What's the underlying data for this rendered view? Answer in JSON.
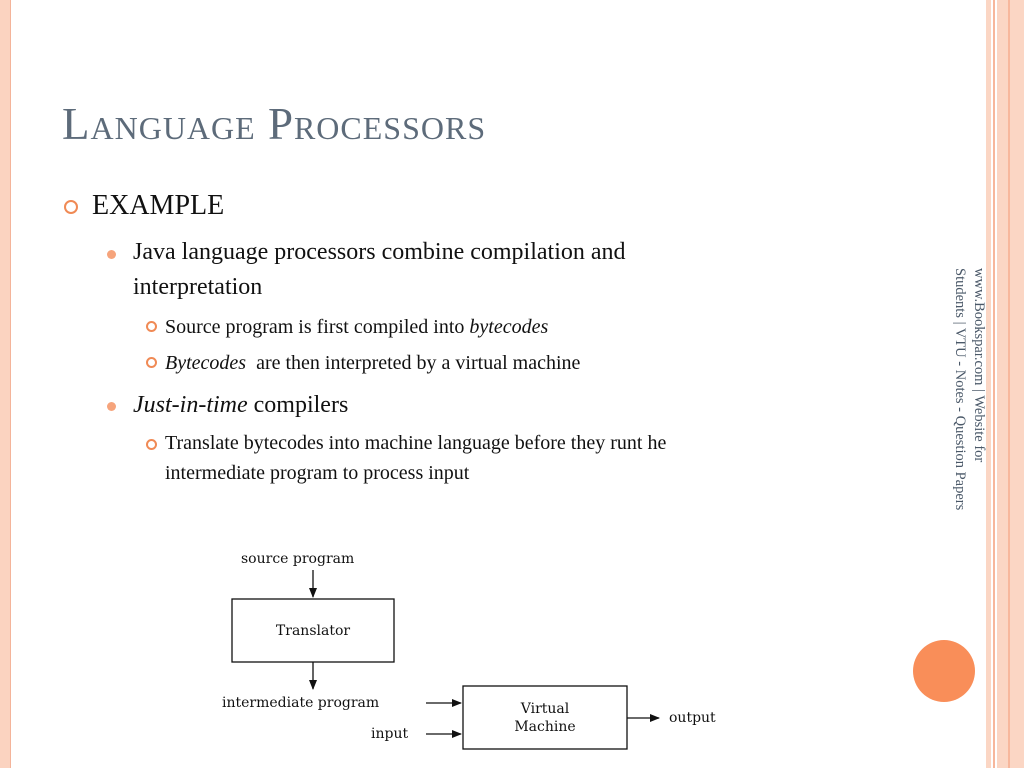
{
  "slide": {
    "title": "Language Processors",
    "side_note_line1": "www.Bookspar.com | Website for",
    "side_note_line2": "Students | VTU - Notes - Question Papers"
  },
  "bullets": {
    "l1_example": "EXAMPLE",
    "java_line1": "Java language processors combine compilation and",
    "java_line2": "interpretation",
    "source_text": "Source program is first compiled into ",
    "source_em": "bytecodes",
    "bytecodes_em": "Bytecodes",
    "bytecodes_text": "  are then interpreted by a virtual machine",
    "jit_em": "Just-in-time",
    "jit_text": " compilers",
    "translate_line1": "Translate bytecodes into machine language before they runt he",
    "translate_line2": "intermediate program to process input"
  },
  "diagram": {
    "source_program": "source program",
    "translator": "Translator",
    "intermediate_program": "intermediate program",
    "input": "input",
    "virtual": "Virtual",
    "machine": "Machine",
    "output": "output"
  },
  "colors": {
    "accent": "#f98e59",
    "title": "#5d6b7a",
    "frame": "#fbd3c0"
  }
}
